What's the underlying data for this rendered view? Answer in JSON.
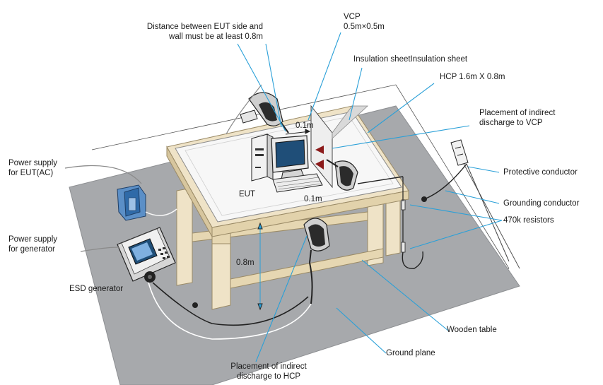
{
  "labels": {
    "distance_wall": "Distance between EUT side and\nwall must be at least 0.8m",
    "vcp": "VCP\n0.5m×0.5m",
    "insulation_sheet": "Insulation sheetInsulation sheet",
    "hcp": "HCP 1.6m X 0.8m",
    "indirect_vcp": "Placement of indirect\ndischarge to VCP",
    "protective_conductor": "Protective conductor",
    "grounding_conductor": "Grounding conductor",
    "resistors": "470k  resistors",
    "power_eut": "Power supply\nfor EUT(AC)",
    "power_generator": "Power supply\nfor generator",
    "esd_generator": "ESD generator",
    "eut": "EUT",
    "wooden_table": "Wooden table",
    "ground_plane": "Ground plane",
    "indirect_hcp": "Placement of indirect\ndischarge to HCP",
    "dim_01m_top": "0.1m",
    "dim_01m_mid": "0.1m",
    "dim_08m": "0.8m"
  },
  "colors": {
    "ground_plane": "#a7a9ac",
    "table_wood": "#efe3c7",
    "table_wood_edge": "#9a8a66",
    "hcp_sheet": "#f7f7f7",
    "leader_blue": "#2aa0d8",
    "equipment_dark": "#2b2b2b",
    "monitor_screen": "#1f4e78"
  },
  "icons": [
    "transformer-icon",
    "esd-generator-icon",
    "esd-gun-icon",
    "computer-tower-icon",
    "monitor-icon",
    "keyboard-icon",
    "grounding-bar-icon"
  ]
}
